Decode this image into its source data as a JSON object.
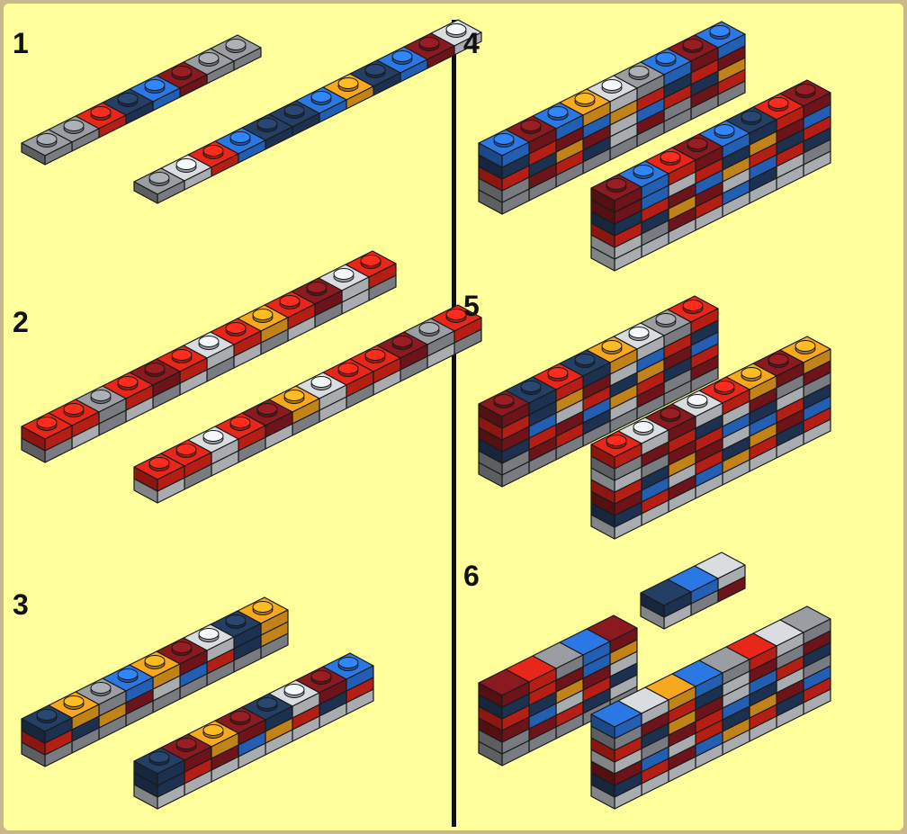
{
  "palette": {
    "background": "#fefe9a",
    "red": "#e8261a",
    "dark_red": "#8a1a20",
    "blue": "#2b78e4",
    "dark_blue": "#243f66",
    "orange": "#f7a81e",
    "light_gray": "#d9dde0",
    "gray": "#9a9ea3",
    "divider": "#111111"
  },
  "panels": [
    {
      "step": "1",
      "groups": [
        [
          "gray",
          "gray",
          "red",
          "dark_blue",
          "blue",
          "dark_red",
          "gray",
          "gray"
        ],
        [
          "gray",
          "light_gray",
          "red",
          "blue",
          "dark_blue",
          "dark_blue",
          "blue",
          "orange",
          "dark_blue",
          "blue",
          "dark_red",
          "light_gray"
        ]
      ]
    },
    {
      "step": "2",
      "groups": [
        [
          "red",
          "red",
          "gray",
          "red",
          "dark_red",
          "red",
          "light_gray",
          "red",
          "orange",
          "red",
          "dark_red",
          "light_gray",
          "red"
        ],
        [
          "red",
          "red",
          "light_gray",
          "red",
          "dark_red",
          "orange",
          "light_gray",
          "red",
          "red",
          "dark_red",
          "gray",
          "red"
        ]
      ]
    },
    {
      "step": "3",
      "groups": [
        [
          "dark_blue",
          "orange",
          "gray",
          "blue",
          "orange",
          "dark_red",
          "light_gray",
          "dark_blue",
          "orange"
        ],
        [
          "dark_blue",
          "dark_red",
          "orange",
          "dark_red",
          "dark_blue",
          "light_gray",
          "dark_red",
          "blue"
        ]
      ]
    },
    {
      "step": "4",
      "groups": [
        [
          "blue",
          "dark_red",
          "blue",
          "orange",
          "light_gray",
          "gray",
          "blue",
          "dark_red",
          "blue"
        ],
        [
          "dark_red",
          "blue",
          "red",
          "dark_red",
          "blue",
          "dark_blue",
          "red",
          "dark_red"
        ]
      ]
    },
    {
      "step": "5",
      "groups": [
        [
          "dark_red",
          "dark_blue",
          "red",
          "dark_blue",
          "orange",
          "light_gray",
          "gray",
          "red"
        ],
        [
          "red",
          "light_gray",
          "dark_red",
          "light_gray",
          "red",
          "orange",
          "dark_red",
          "orange"
        ]
      ]
    },
    {
      "step": "6",
      "groups": [
        [
          "dark_red",
          "red",
          "gray",
          "blue",
          "dark_red"
        ],
        [
          "dark_blue",
          "blue",
          "light_gray"
        ],
        [
          "blue",
          "light_gray",
          "orange",
          "blue",
          "gray",
          "red",
          "light_gray",
          "gray"
        ]
      ]
    }
  ]
}
